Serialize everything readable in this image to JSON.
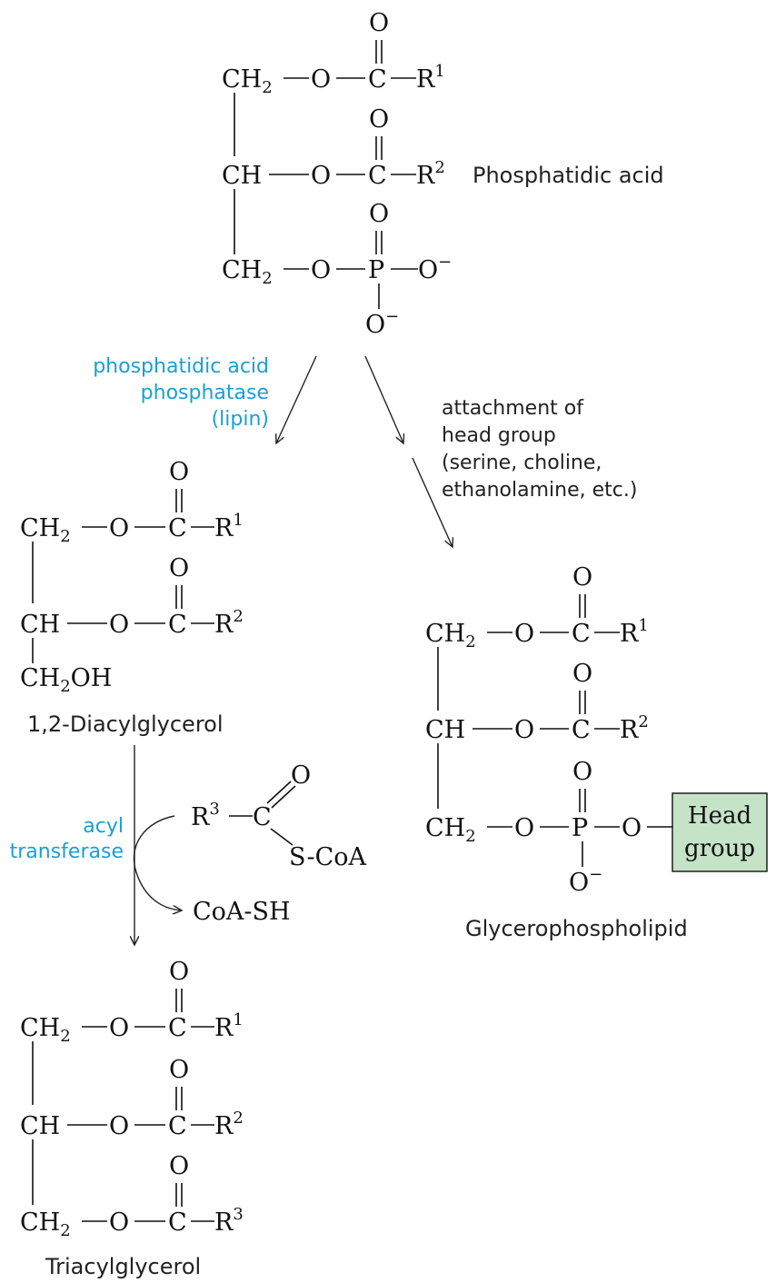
{
  "atoms": {
    "ch2": "CH",
    "ch2_sub": "2",
    "ch": "CH",
    "ch2oh": "CH",
    "ch2oh_sub": "2",
    "ch2oh_tail": "OH",
    "o": "O",
    "c": "C",
    "p": "P",
    "o_minus": "O",
    "minus": "−",
    "r": "R",
    "r1_sup": "1",
    "r2_sup": "2",
    "r3_sup": "3"
  },
  "labels": {
    "phosphatidic_acid": "Phosphatidic acid",
    "diacylglycerol": "1,2-Diacylglycerol",
    "triacylglycerol": "Triacylglycerol",
    "glycerophospholipid": "Glycerophospholipid"
  },
  "enzymes": {
    "pap_line1": "phosphatidic acid",
    "pap_line2": "phosphatase",
    "pap_line3": "(lipin)",
    "acyl_line1": "acyl",
    "acyl_line2": "transferase"
  },
  "notes": {
    "head_line1": "attachment of",
    "head_line2": "head group",
    "head_line3": "(serine, choline,",
    "head_line4": "ethanolamine, etc.)"
  },
  "acyl_coa": {
    "r": "R",
    "r_sup": "3",
    "c": "C",
    "o": "O",
    "scoa": "S-CoA",
    "coash": "CoA-SH"
  },
  "head_group": {
    "line1": "Head",
    "line2": "group"
  }
}
